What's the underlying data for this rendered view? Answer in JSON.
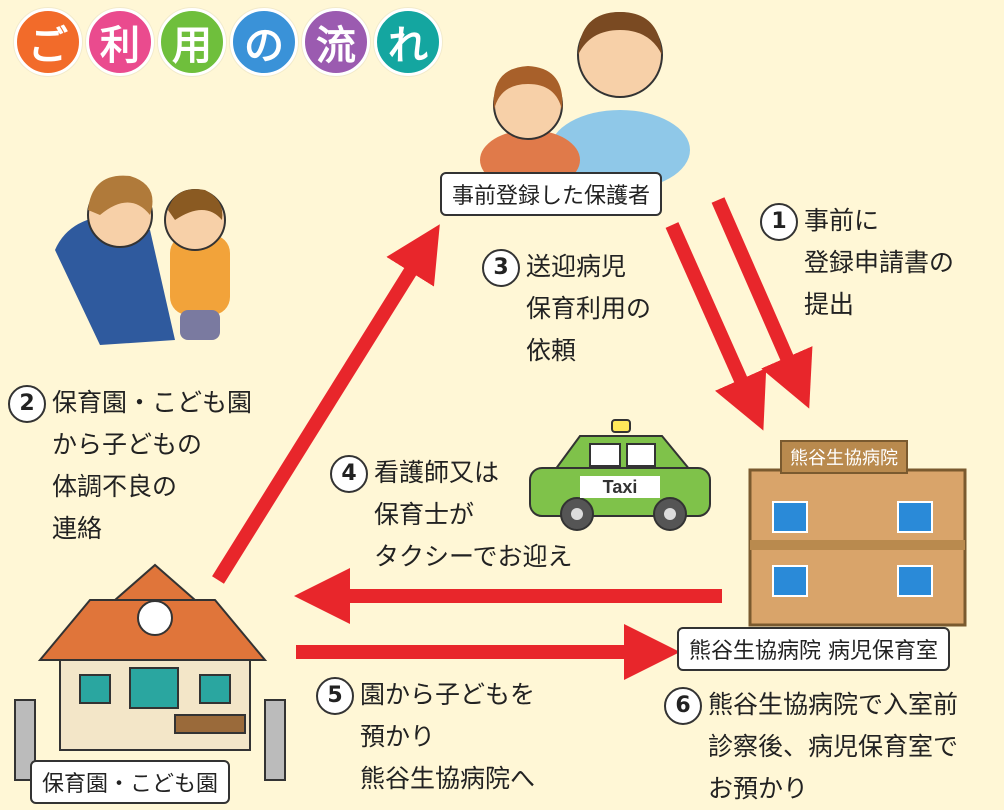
{
  "title": {
    "chars": [
      "ご",
      "利",
      "用",
      "の",
      "流",
      "れ"
    ],
    "colors": [
      "#f26b2a",
      "#ea4b8e",
      "#6fbf3c",
      "#3a92d8",
      "#9b5bb0",
      "#14a6a0"
    ]
  },
  "nodes": {
    "guardian": "事前登録した保護者",
    "hospital_sign": "熊谷生協病院",
    "hospital_room": "熊谷生協病院 病児保育室",
    "nursery": "保育園・こども園"
  },
  "taxi_label": "Taxi",
  "steps": [
    {
      "num": "1",
      "lines": [
        "事前に",
        "登録申請書の",
        "提出"
      ]
    },
    {
      "num": "2",
      "lines": [
        "保育園・こども園",
        "から子どもの",
        "体調不良の",
        "連絡"
      ]
    },
    {
      "num": "3",
      "lines": [
        "送迎病児",
        "保育利用の",
        "依頼"
      ]
    },
    {
      "num": "4",
      "lines": [
        "看護師又は",
        "保育士が",
        "タクシーでお迎え"
      ]
    },
    {
      "num": "5",
      "lines": [
        "園から子どもを",
        "預かり",
        "熊谷生協病院へ"
      ]
    },
    {
      "num": "6",
      "lines": [
        "熊谷生協病院で入室前",
        "診察後、病児保育室で",
        "お預かり"
      ]
    }
  ],
  "colors": {
    "arrow": "#e8262b",
    "background": "#fff7d6",
    "building": "#d9a46a"
  }
}
